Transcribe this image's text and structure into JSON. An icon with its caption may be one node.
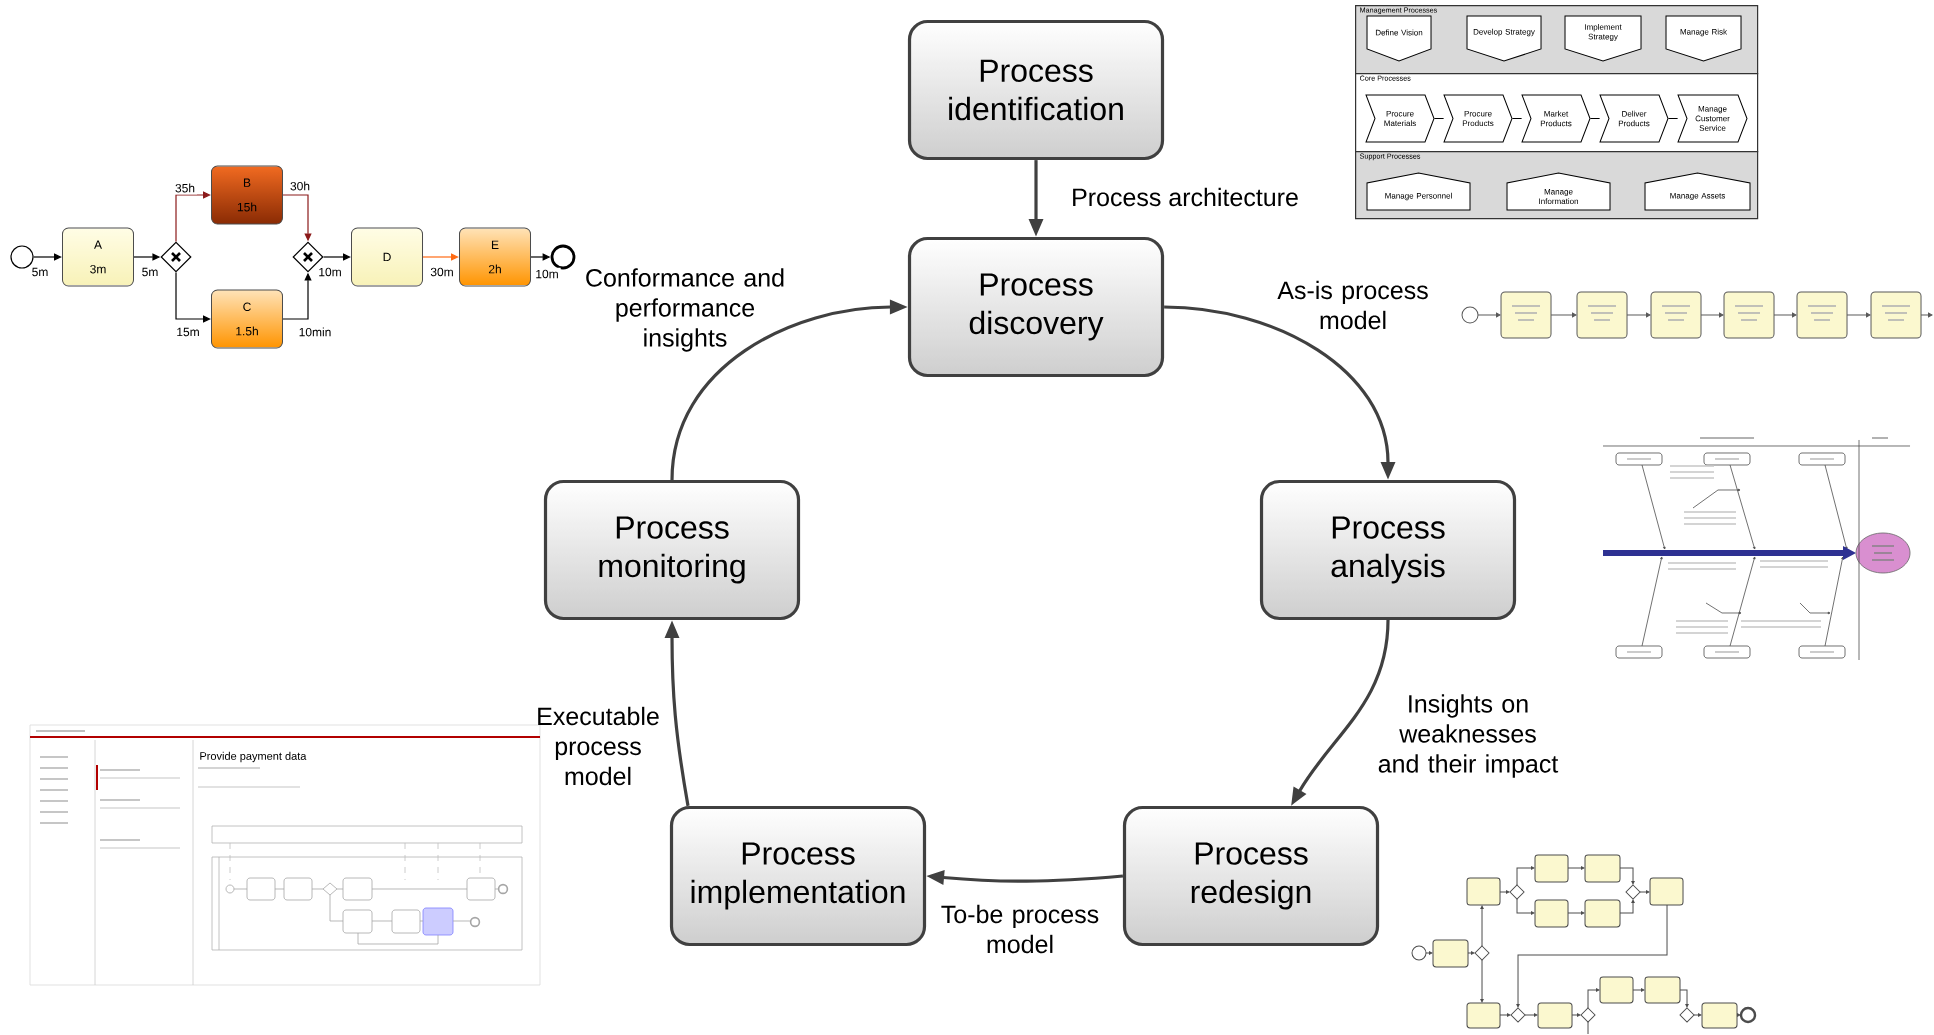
{
  "diagram": {
    "nodes": [
      {
        "text": [
          "Process identification"
        ]
      },
      {
        "text": [
          "Process discovery"
        ]
      },
      {
        "text": [
          "Process analysis"
        ]
      },
      {
        "text": [
          "Process redesign"
        ]
      },
      {
        "text": [
          "Process implementation"
        ]
      },
      {
        "text": [
          "Process monitoring"
        ]
      },
      {
        "text": [],
        "shape": "circle"
      },
      {
        "text": [
          "A",
          "3m"
        ]
      },
      {
        "text": [],
        "shape": "diamond"
      },
      {
        "text": [
          "B",
          "15h"
        ]
      },
      {
        "text": [
          "C",
          "1.5h"
        ]
      },
      {
        "text": [],
        "shape": "diamond"
      },
      {
        "text": [
          "D"
        ]
      },
      {
        "text": [
          "E",
          "2h"
        ]
      },
      {
        "text": [],
        "shape": "circle"
      },
      {
        "text": [
          "Management Processes"
        ]
      },
      {
        "text": [
          "Define Vision"
        ],
        "in": 15
      },
      {
        "text": [
          "Develop Strategy"
        ],
        "in": 15
      },
      {
        "text": [
          "Implement Strategy"
        ],
        "in": 15
      },
      {
        "text": [
          "Manage Risk"
        ],
        "in": 15
      },
      {
        "text": [
          "Core Processes"
        ]
      },
      {
        "text": [
          "Procure Materials"
        ],
        "in": 20
      },
      {
        "text": [
          "Procure Products"
        ],
        "in": 20
      },
      {
        "text": [
          "Market Products"
        ],
        "in": 20
      },
      {
        "text": [
          "Deliver Products"
        ],
        "in": 20
      },
      {
        "text": [
          "Manage Customer Service"
        ],
        "in": 20
      },
      {
        "text": [
          "Support Processes"
        ]
      },
      {
        "text": [
          "Manage Personnel"
        ],
        "in": 26
      },
      {
        "text": [
          "Manage Information"
        ],
        "in": 26
      },
      {
        "text": [
          "Manage Assets"
        ],
        "in": 26
      }
    ],
    "edges": [
      {
        "from": 0,
        "to": 1,
        "arrow": "to",
        "label": "Process architecture"
      },
      {
        "from": 1,
        "to": 2,
        "arrow": "to",
        "label": "As-is process model"
      },
      {
        "from": 2,
        "to": 3,
        "arrow": "to",
        "label": "Insights on weaknesses and their impact"
      },
      {
        "from": 3,
        "to": 4,
        "arrow": "to",
        "label": "To-be process model"
      },
      {
        "from": 4,
        "to": 5,
        "arrow": "to",
        "label": "Executable process model"
      },
      {
        "from": 5,
        "to": 1,
        "arrow": "to",
        "label": "Conformance and performance insights"
      },
      {
        "from": 6,
        "to": 7,
        "arrow": "to",
        "label": "5m"
      },
      {
        "from": 7,
        "to": 8,
        "arrow": "to",
        "label": "5m"
      },
      {
        "from": 8,
        "to": 9,
        "arrow": "to",
        "label": "35h",
        "color": "#8b1a1a"
      },
      {
        "from": 8,
        "to": 10,
        "arrow": "to",
        "label": "15m"
      },
      {
        "from": 9,
        "to": 11,
        "arrow": "to",
        "label": "30h",
        "color": "#8b1a1a"
      },
      {
        "from": 10,
        "to": 11,
        "arrow": "to",
        "label": "10min"
      },
      {
        "from": 11,
        "to": 12,
        "arrow": "to",
        "label": "10m"
      },
      {
        "from": 12,
        "to": 13,
        "arrow": "to",
        "label": "30m",
        "color": "#ff6a13"
      },
      {
        "from": 13,
        "to": 14,
        "arrow": "to",
        "label": "10m"
      },
      {
        "from": 21,
        "to": 22,
        "arrow": "none"
      },
      {
        "from": 22,
        "to": 23,
        "arrow": "none"
      },
      {
        "from": 23,
        "to": 24,
        "arrow": "none"
      },
      {
        "from": 24,
        "to": 25,
        "arrow": "none"
      }
    ],
    "labels": [
      "Provide payment data"
    ]
  }
}
